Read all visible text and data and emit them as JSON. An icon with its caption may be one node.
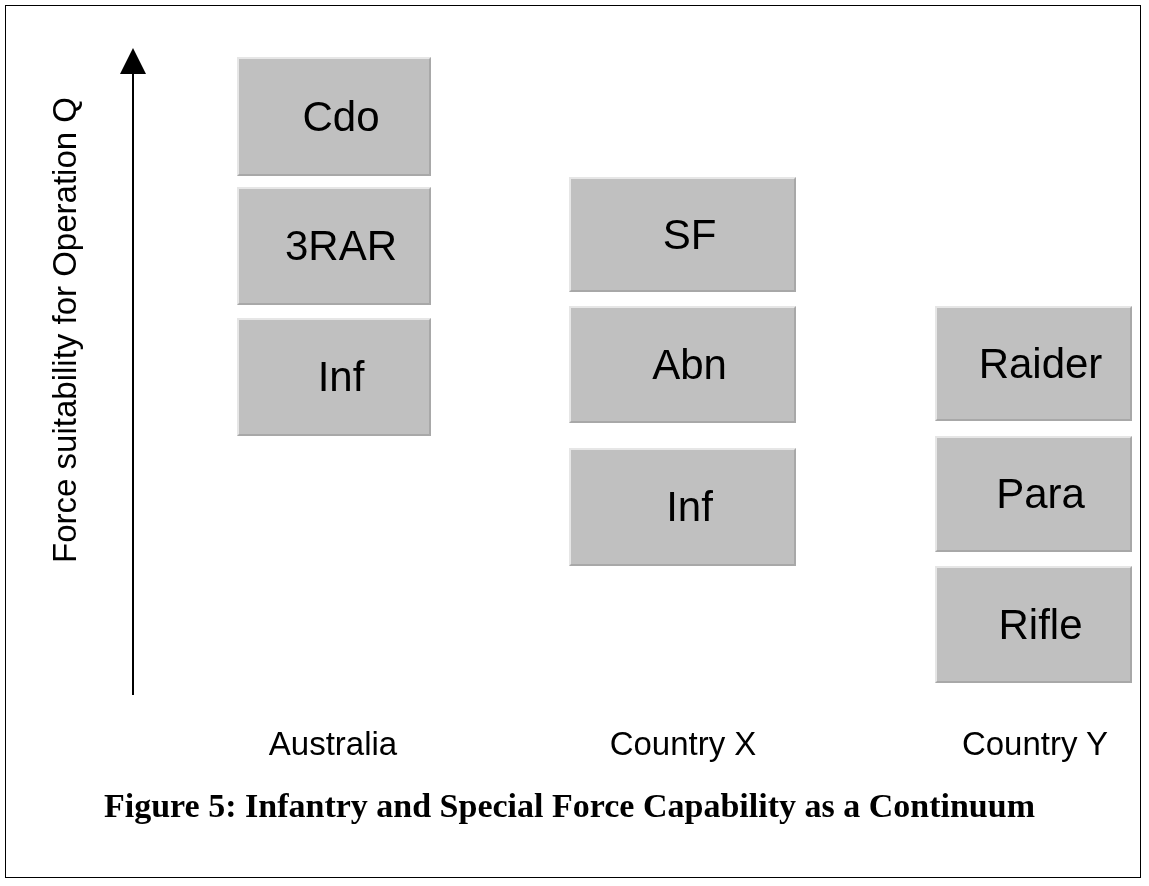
{
  "diagram": {
    "caption": "Figure 5: Infantry and Special Force Capability as a Continuum",
    "nodes": [
      {
        "text": [
          "Cdo"
        ]
      },
      {
        "text": [
          "3RAR"
        ]
      },
      {
        "text": [
          "Inf"
        ]
      },
      {
        "text": [
          "SF"
        ]
      },
      {
        "text": [
          "Abn"
        ]
      },
      {
        "text": [
          "Inf"
        ]
      },
      {
        "text": [
          "Raider"
        ]
      },
      {
        "text": [
          "Para"
        ]
      },
      {
        "text": [
          "Rifle"
        ]
      }
    ],
    "edges": [],
    "labels": [
      "Force suitability for Operation Q",
      "Australia",
      "Country X",
      "Country Y"
    ]
  }
}
